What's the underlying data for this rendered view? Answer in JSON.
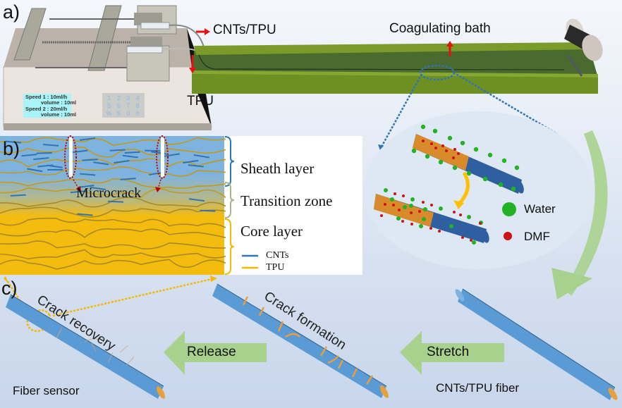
{
  "panels": {
    "a": {
      "label": "a)",
      "pump_display": {
        "lines": [
          "Speed 1 :  10ml/h",
          "volume : 10ml",
          "Speed 2 :  20ml/h",
          "volume : 10ml"
        ]
      },
      "keypad_keys": [
        "1",
        "2",
        "3",
        "4",
        "5",
        "6",
        "7",
        "8",
        "%",
        "9",
        "0",
        "#"
      ],
      "outlet_labels": {
        "top": "CNTs/TPU",
        "bottom": "TPU"
      },
      "bath_label": "Coagulating bath"
    },
    "b": {
      "label": "b)",
      "microcrack_label": "Microcrack",
      "layers": [
        "Sheath layer",
        "Transition zone",
        "Core layer"
      ],
      "legend": [
        {
          "name": "CNTs",
          "color": "#2e75b6"
        },
        {
          "name": "TPU",
          "color": "#f5b800"
        }
      ]
    },
    "inset": {
      "legend": [
        {
          "name": "Water",
          "color": "#22b322"
        },
        {
          "name": "DMF",
          "color": "#cc1111"
        }
      ]
    },
    "c": {
      "label": "c)",
      "fibers": [
        {
          "name": "Fiber sensor",
          "caption": "Crack recovery"
        },
        {
          "name": "",
          "caption": "Crack formation"
        },
        {
          "name": "CNTs/TPU fiber",
          "caption": ""
        }
      ],
      "arrows": [
        "Release",
        "Stretch"
      ]
    }
  },
  "colors": {
    "fiber": "#5b9bd5",
    "crack": "#e6a03c",
    "bath": "#6b8f23",
    "process_arrow": "#a9d18e",
    "dotted": "#2e75b6",
    "dotted_yellow": "#f5b800",
    "red_arrow": "#e81010"
  }
}
